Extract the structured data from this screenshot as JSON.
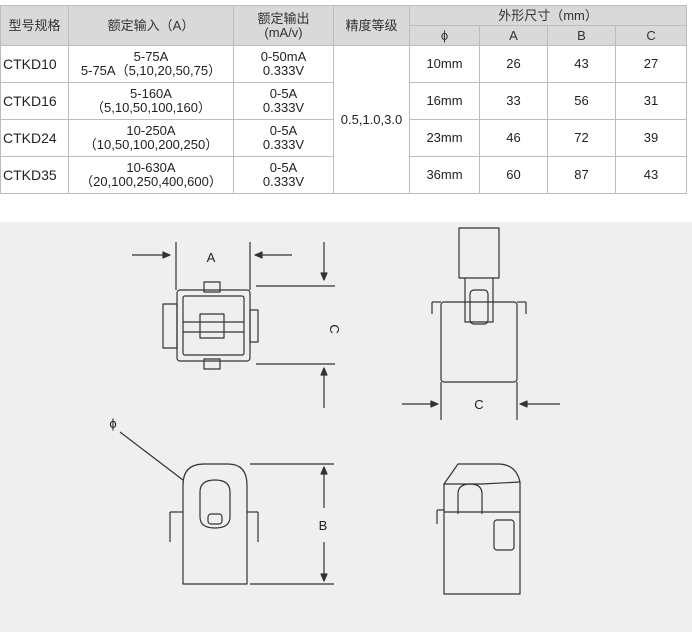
{
  "table": {
    "headers": {
      "model": "型号规格",
      "rated_input": "额定输入（A）",
      "rated_output_line1": "额定输出",
      "rated_output_line2": "(mA/v)",
      "accuracy": "精度等级",
      "dimensions": "外形尺寸（mm）",
      "phi": "ϕ",
      "a": "A",
      "b": "B",
      "c": "C"
    },
    "accuracy_value": "0.5,1.0,3.0",
    "rows": [
      {
        "model": "CTKD10",
        "input_line1": "5-75A",
        "input_line2": "5-75A（5,10,20,50,75）",
        "output_line1": "0-50mA",
        "output_line2": "0.333V",
        "phi": "10mm",
        "a": "26",
        "b": "43",
        "c": "27"
      },
      {
        "model": "CTKD16",
        "input_line1": "5-160A",
        "input_line2": "（5,10,50,100,160）",
        "output_line1": "0-5A",
        "output_line2": "0.333V",
        "phi": "16mm",
        "a": "33",
        "b": "56",
        "c": "31"
      },
      {
        "model": "CTKD24",
        "input_line1": "10-250A",
        "input_line2": "（10,50,100,200,250）",
        "output_line1": "0-5A",
        "output_line2": "0.333V",
        "phi": "23mm",
        "a": "46",
        "b": "72",
        "c": "39"
      },
      {
        "model": "CTKD35",
        "input_line1": "10-630A",
        "input_line2": "（20,100,250,400,600）",
        "output_line1": "0-5A",
        "output_line2": "0.333V",
        "phi": "36mm",
        "a": "60",
        "b": "87",
        "c": "43"
      }
    ]
  },
  "drawing": {
    "label_a": "A",
    "label_c_side": "C",
    "label_c_bottom": "C",
    "label_b": "B",
    "label_phi": "ϕ"
  }
}
